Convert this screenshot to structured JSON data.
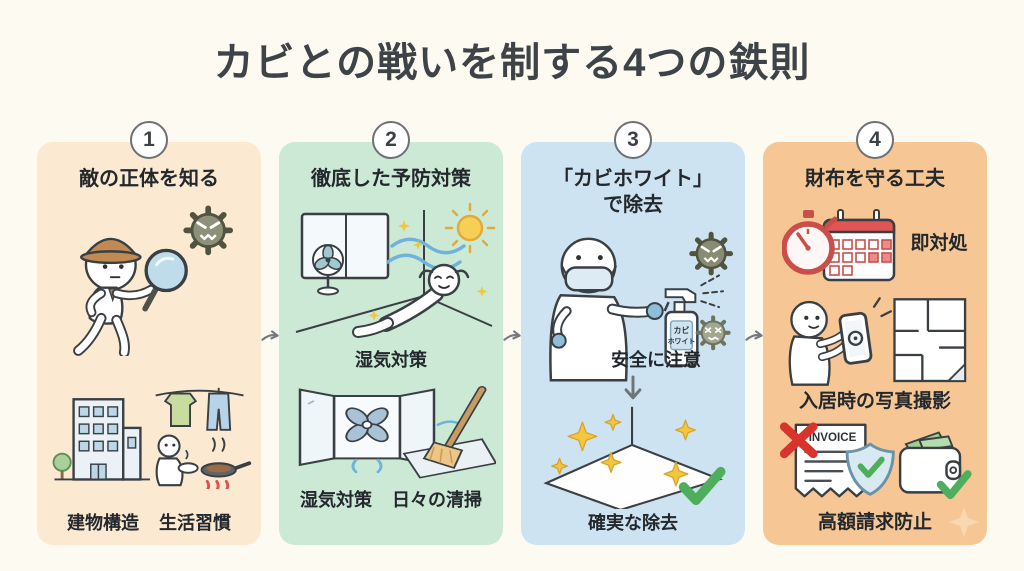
{
  "title": "カビとの戦いを制する4つの鉄則",
  "colors": {
    "background": "#FCFAF1",
    "panel1": "#FBE9D2",
    "panel2": "#CBE9D5",
    "panel3": "#CDE3F2",
    "panel4": "#F6C795",
    "title_text": "#3E4348",
    "badge_ring": "#6D7175",
    "arrow_gray": "#75797C",
    "check_green": "#4FAE5C",
    "error_red": "#D9342B",
    "sparkle_gold": "#F2C63F",
    "germ_gray": "#8D9179",
    "accent_red": "#C9504A"
  },
  "steps": [
    {
      "number": "1",
      "title": "敵の正体を知る",
      "labels": {
        "left": "建物構造",
        "right": "生活習慣"
      }
    },
    {
      "number": "2",
      "title": "徹底した予防対策",
      "scene1_label": "湿気対策",
      "labels": {
        "left": "湿気対策",
        "right": "日々の清掃"
      }
    },
    {
      "number": "3",
      "title_line1": "「カビホワイト」",
      "title_line2": "で除去",
      "bottle_line1": "カビ",
      "bottle_line2": "ホワイト",
      "caution_label": "安全に注意",
      "result_label": "確実な除去"
    },
    {
      "number": "4",
      "title": "財布を守る工夫",
      "invoice_text": "INVOICE",
      "labels": {
        "row1": "即対処",
        "row2": "入居時の写真撮影",
        "row3": "高額請求防止"
      }
    }
  ]
}
